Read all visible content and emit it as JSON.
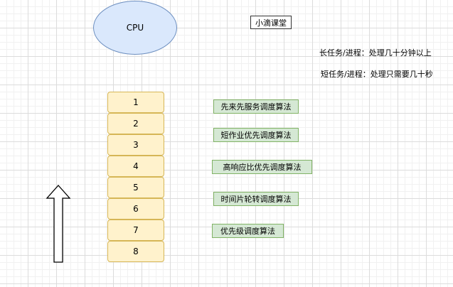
{
  "cpu_label": "CPU",
  "brand_label": "小滴课堂",
  "notes": {
    "long_task": "长任务/进程：处理几十分钟以上",
    "short_task": "短任务/进程：处理只需要几十秒"
  },
  "queue": [
    "1",
    "2",
    "3",
    "4",
    "5",
    "6",
    "7",
    "8"
  ],
  "algorithms": [
    "先来先服务调度算法",
    "短作业优先调度算法",
    "高响应比优先调度算法",
    "时间片轮转调度算法",
    "优先级调度算法"
  ],
  "icons": {
    "arrow": "up-arrow-icon"
  },
  "colors": {
    "cpu_fill": "#dae8fc",
    "cpu_stroke": "#6c8ebf",
    "queue_fill": "#fff2cc",
    "queue_stroke": "#d6b656",
    "algo_fill": "#d5e8d4",
    "algo_stroke": "#82b366"
  }
}
